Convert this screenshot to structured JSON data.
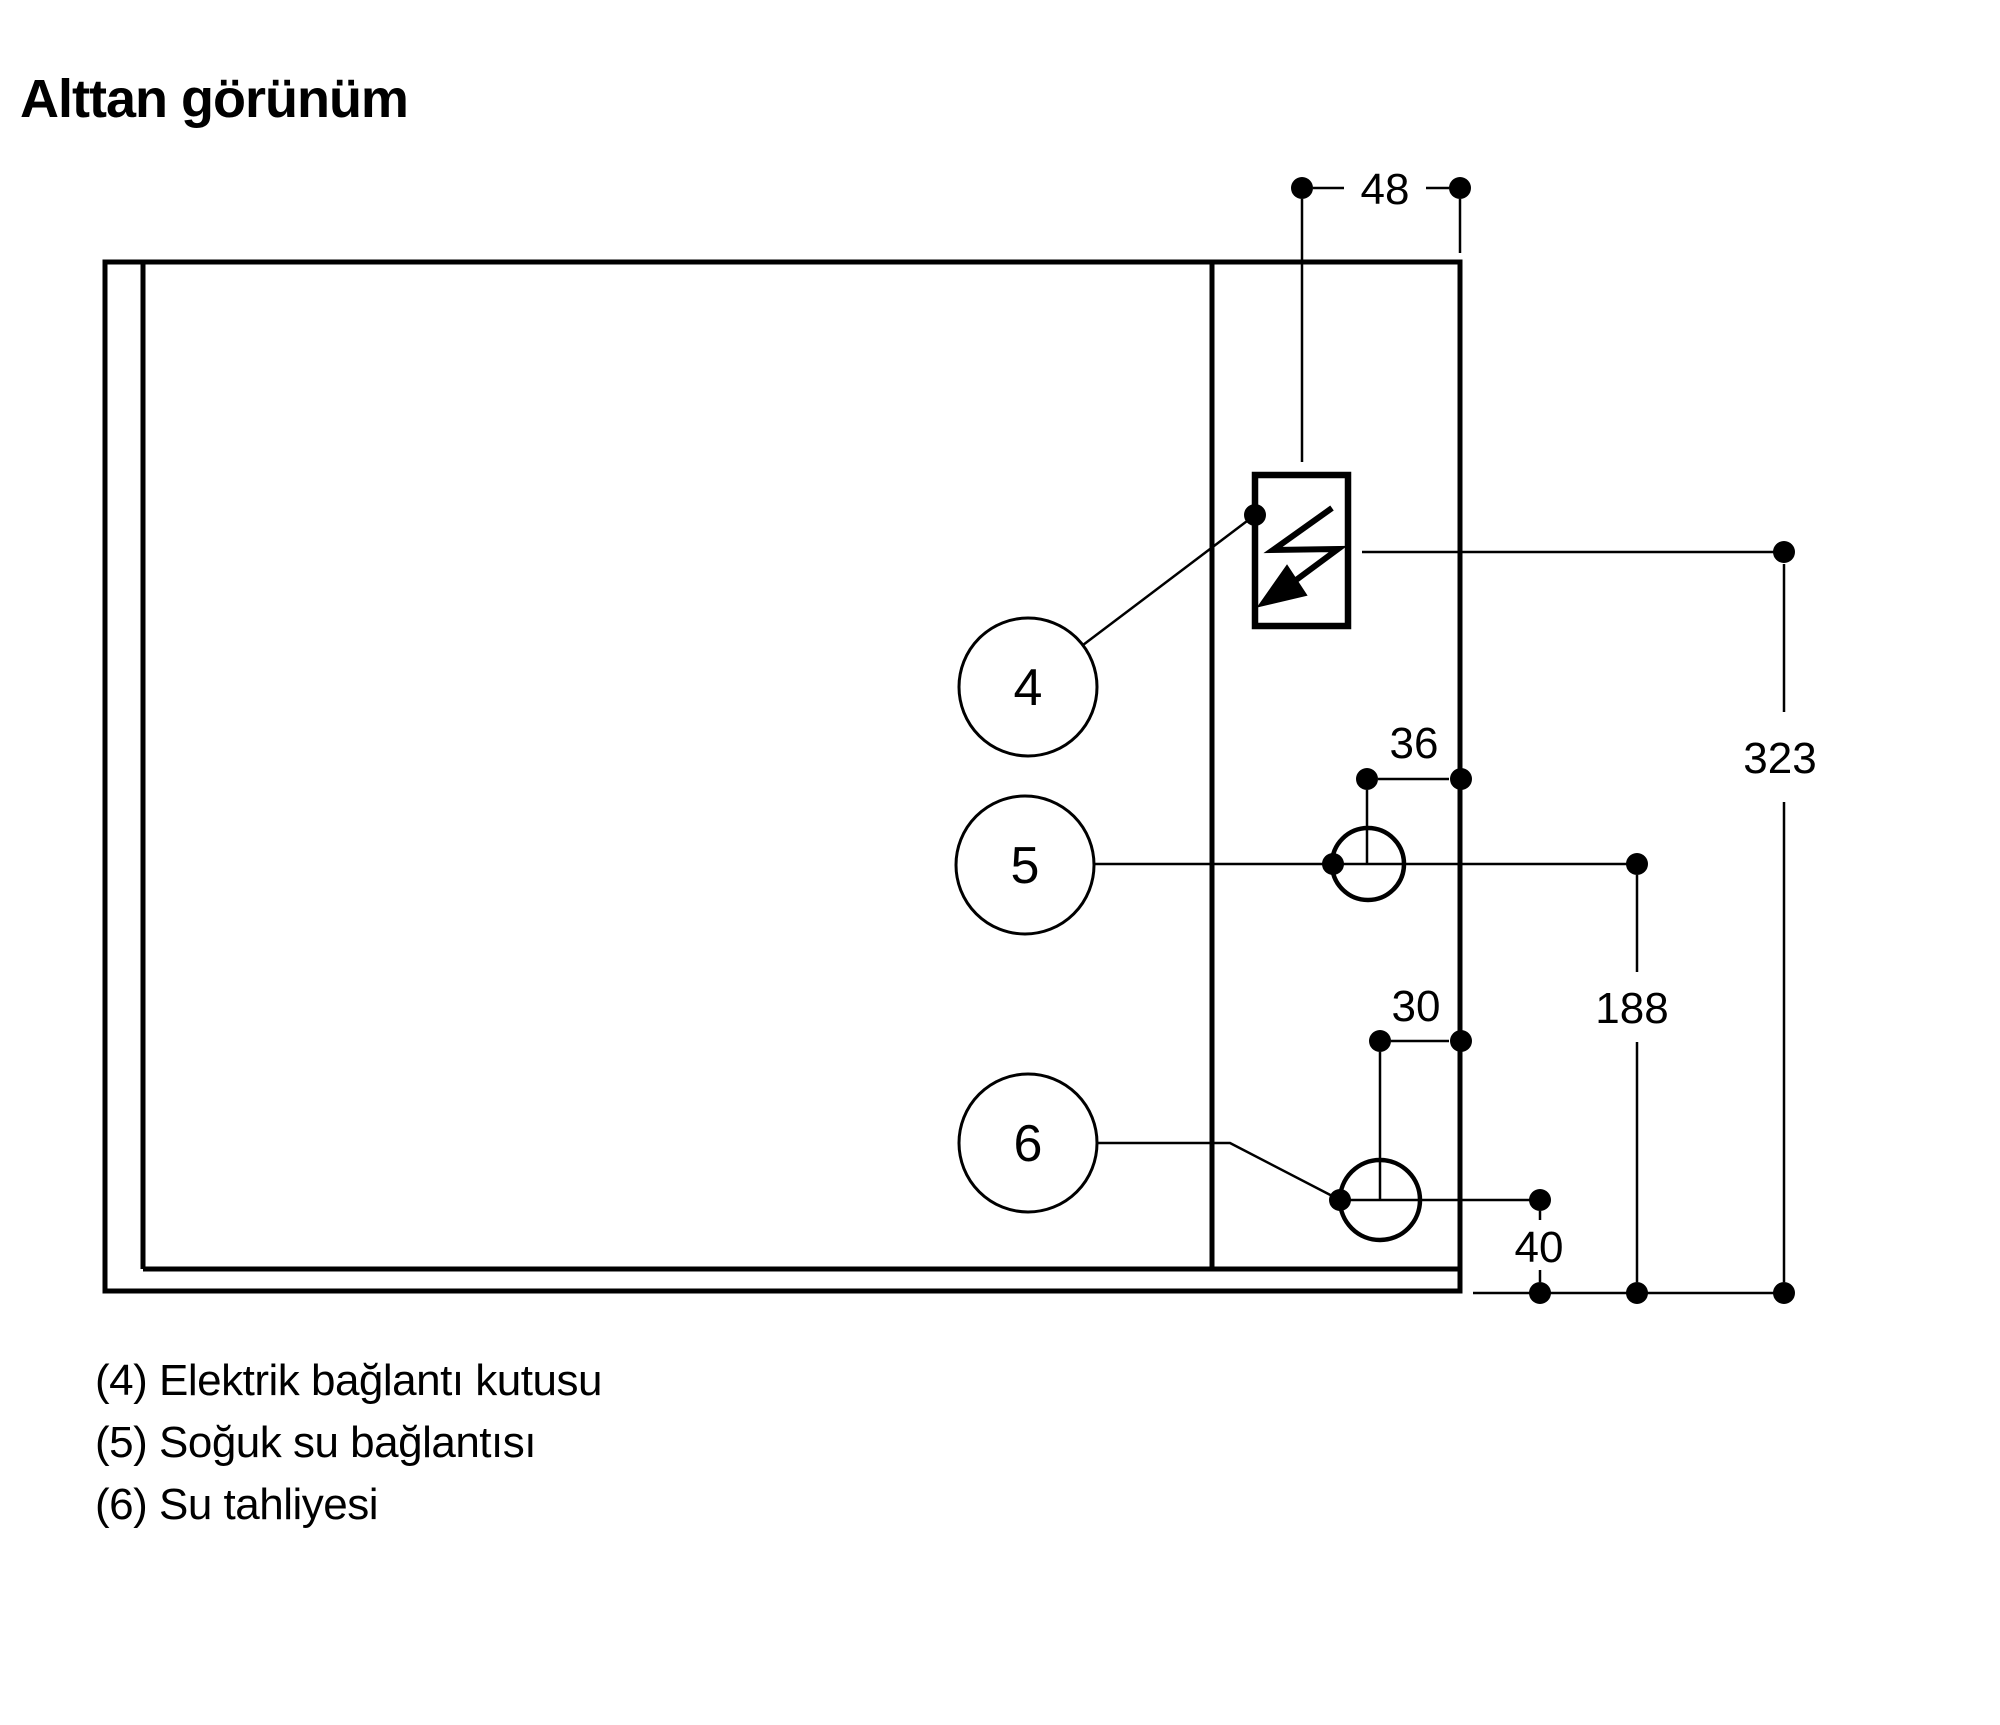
{
  "title": "Alttan görünüm",
  "diagram": {
    "dimensions": {
      "box_offset_x": "48",
      "cold_water_offset_x": "36",
      "drain_offset_x": "30",
      "drain_offset_y": "40",
      "cold_water_offset_y": "188",
      "box_offset_y": "323"
    },
    "callouts": {
      "electrical": "4",
      "cold_water": "5",
      "drain": "6"
    },
    "icons": {
      "electrical_symbol": "lightning-arrow-icon"
    }
  },
  "legend": [
    {
      "label": "(4) Elektrik bağlantı kutusu"
    },
    {
      "label": "(5) Soğuk su bağlantısı"
    },
    {
      "label": "(6) Su tahliyesi"
    }
  ],
  "colors": {
    "line": "#000000",
    "background": "#ffffff",
    "text": "#000000"
  }
}
